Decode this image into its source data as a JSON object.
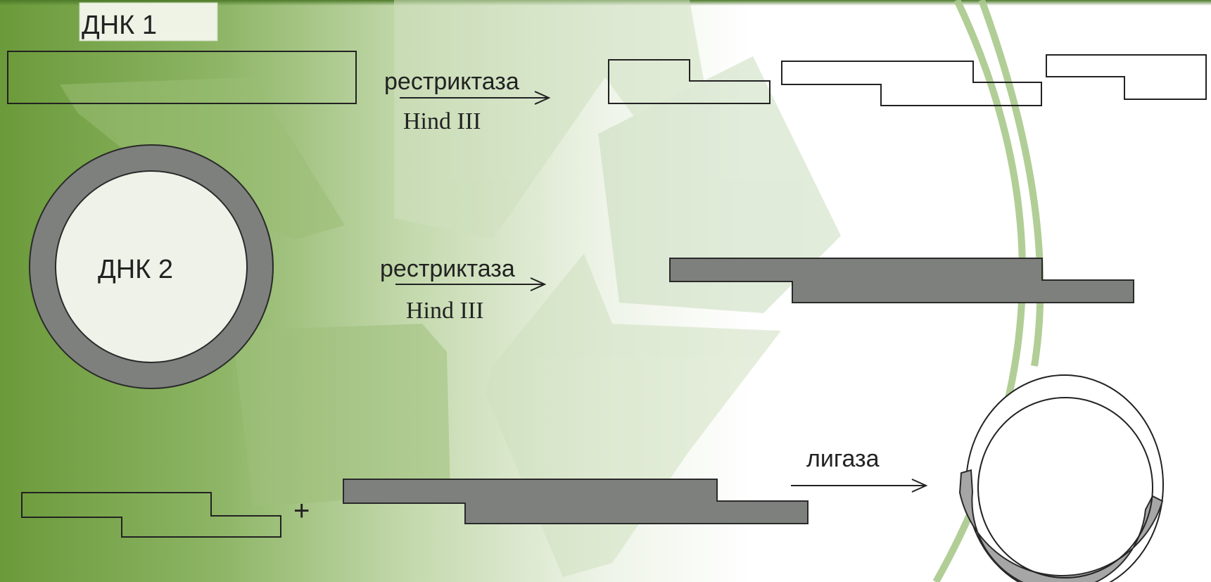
{
  "labels": {
    "dna1": "ДНК 1",
    "dna2": "ДНК 2",
    "restriction_enzyme_1": "рестриктаза",
    "hind_1": "Hind III",
    "restriction_enzyme_2": "рестриктаза",
    "hind_2": "Hind III",
    "plus": "+",
    "ligase": "лигаза"
  },
  "colors": {
    "background_left": "#6f9e3f",
    "background_right": "#ffffff",
    "dna_outline": "#222222",
    "dna2_fill": "#7e807d",
    "recombinant_fill": "#a6a6a6",
    "decor_green": "#a9c98b"
  }
}
